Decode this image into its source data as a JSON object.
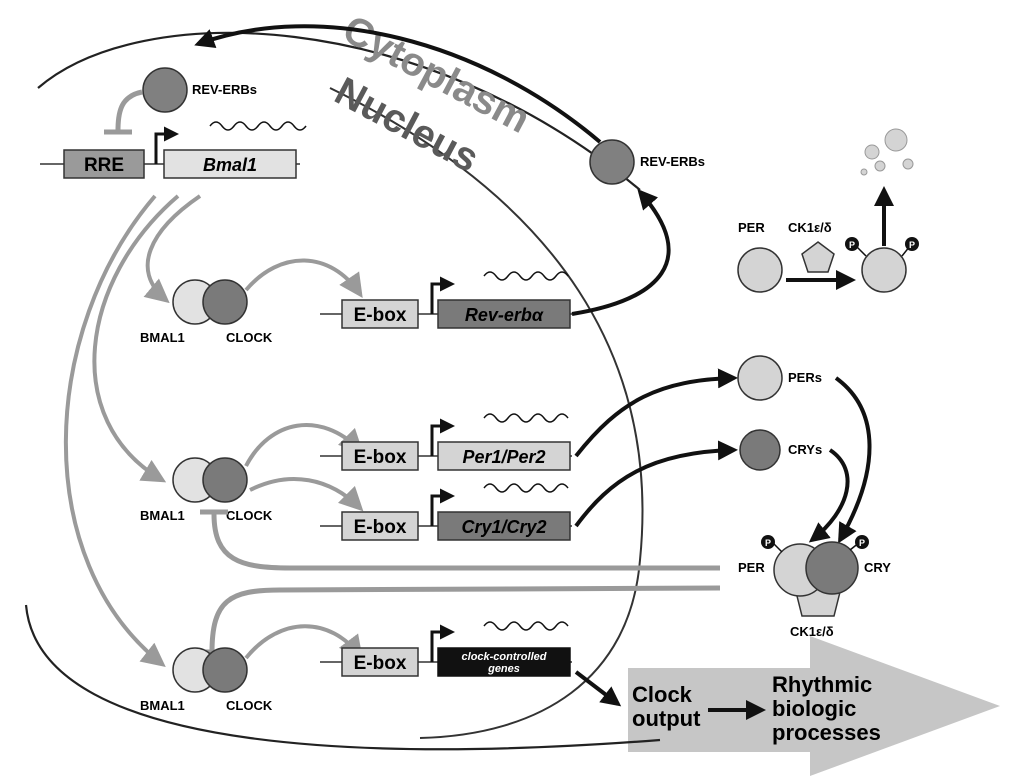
{
  "compartments": {
    "cytoplasm": "Cytoplasm",
    "nucleus": "Nucleus"
  },
  "promoters": {
    "rre": "RRE",
    "ebox": "E-box"
  },
  "genes": {
    "bmal1": "Bmal1",
    "rev_erba": "Rev-erbα",
    "per1_per2": "Per1/Per2",
    "cry1_cry2": "Cry1/Cry2",
    "ccg_line1": "clock-controlled",
    "ccg_line2": "genes"
  },
  "proteins": {
    "rev_erbs": "REV-ERBs",
    "bmal1": "BMAL1",
    "clock": "CLOCK",
    "pers": "PERs",
    "crys": "CRYs",
    "per": "PER",
    "cry": "CRY",
    "ck1": "CK1ε/δ",
    "phospho": "P"
  },
  "output": {
    "clock_line1": "Clock",
    "clock_line2": "output",
    "rhythm_line1": "Rhythmic",
    "rhythm_line2": "biologic",
    "rhythm_line3": "processes"
  },
  "colors": {
    "light_gray": "#d4d4d4",
    "mid_gray": "#8a8a8a",
    "dark_gray": "#6e6e6e",
    "arrow_gray": "#9a9a9a",
    "black": "#111111",
    "output_arrow": "#c4c4c4"
  }
}
